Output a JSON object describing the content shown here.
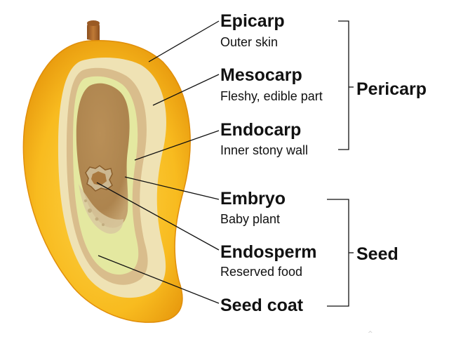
{
  "labels": {
    "epicarp": {
      "title": "Epicarp",
      "description": "Outer skin"
    },
    "mesocarp": {
      "title": "Mesocarp",
      "description": "Fleshy, edible part"
    },
    "endocarp": {
      "title": "Endocarp",
      "description": "Inner stony wall"
    },
    "embryo": {
      "title": "Embryo",
      "description": "Baby plant"
    },
    "endosperm": {
      "title": "Endosperm",
      "description": "Reserved food"
    },
    "seed_coat": {
      "title": "Seed coat"
    }
  },
  "groups": {
    "pericarp": "Pericarp",
    "seed": "Seed"
  },
  "colors": {
    "epicarp": "#f6b81c",
    "mesocarp": "#efe2b4",
    "endocarp": "#d5b683",
    "seed_coat": "#e6ea98",
    "embryo": "#a9783f",
    "stalk": "#b06a2c"
  }
}
